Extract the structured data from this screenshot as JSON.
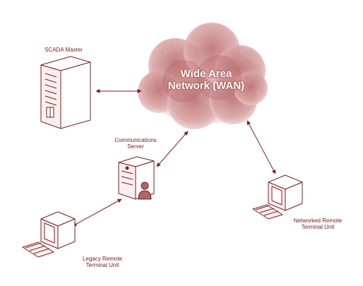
{
  "nodes": {
    "scada_master": {
      "label": "SCADA Master"
    },
    "wan": {
      "line1": "Wide Area",
      "line2": "Network (WAN)"
    },
    "communications_server": {
      "line1": "Communications",
      "line2": "Server"
    },
    "networked_rtu": {
      "line1": "Networked Remote",
      "line2": "Terminal Unit"
    },
    "legacy_rtu": {
      "line1": "Legacy Remote",
      "line2": "Terminal Unit"
    }
  },
  "colors": {
    "stroke": "#7a1f1f",
    "fill": "#fbeeee",
    "cloud": "#c98b8b",
    "cloud_light": "#f3dcdc"
  },
  "connections": [
    {
      "from": "scada_master",
      "to": "wan",
      "bidirectional": true
    },
    {
      "from": "communications_server",
      "to": "wan",
      "bidirectional": true
    },
    {
      "from": "networked_rtu",
      "to": "wan",
      "bidirectional": true
    },
    {
      "from": "legacy_rtu",
      "to": "communications_server",
      "bidirectional": true
    }
  ]
}
